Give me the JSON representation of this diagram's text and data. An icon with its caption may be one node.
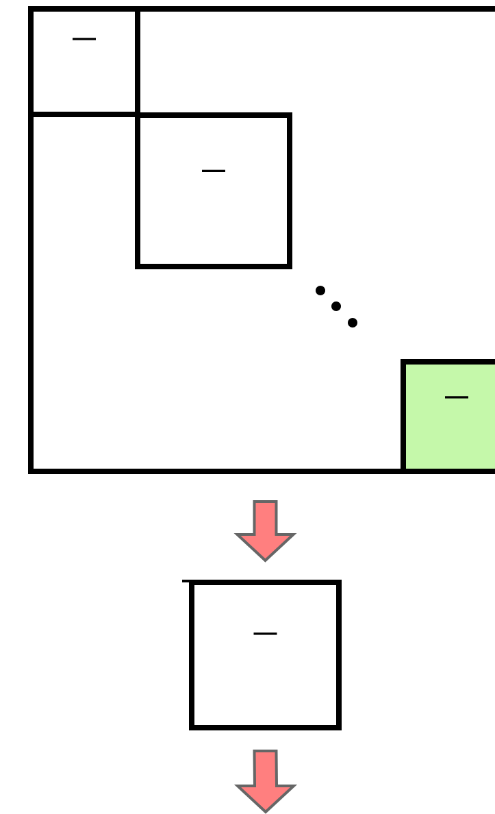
{
  "diagram": {
    "nodes": [
      {
        "text": [],
        "shape": "box"
      },
      {
        "text": [
          "—"
        ],
        "in": 0
      },
      {
        "text": [
          "—"
        ],
        "in": 0
      },
      {
        "text": [
          "—"
        ],
        "in": 0
      },
      {
        "text": [
          "—"
        ]
      }
    ],
    "edges": [
      {
        "from": 0,
        "to": 4,
        "arrow": "to"
      },
      {
        "from": 4,
        "to": null,
        "arrow": "to"
      }
    ]
  }
}
